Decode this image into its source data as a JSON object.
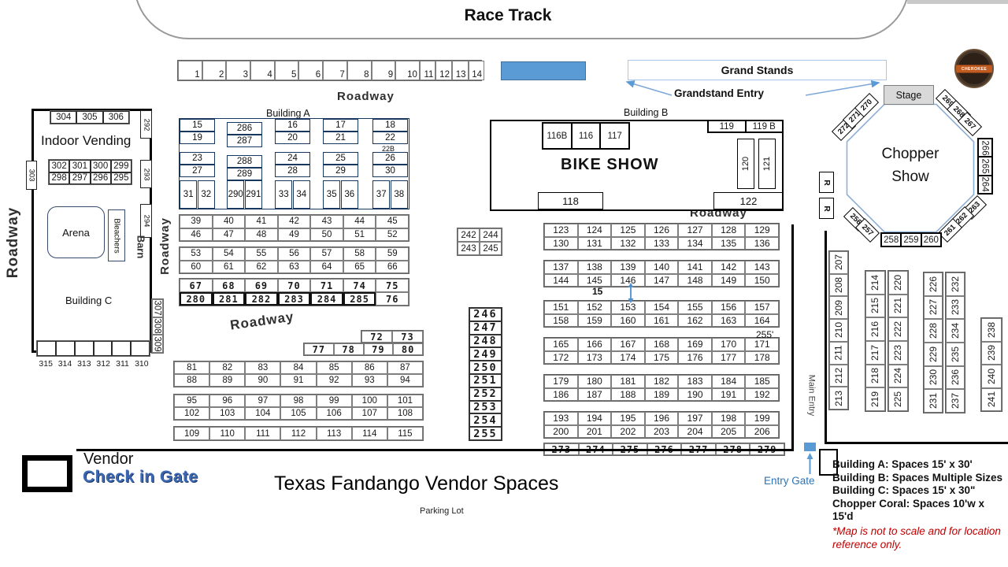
{
  "title": "Texas Fandango Vendor Spaces",
  "labels": {
    "race_track": "Race Track",
    "roadway": "Roadway",
    "building_a": "Building A",
    "building_b": "Building B",
    "building_c": "Building C",
    "indoor_vending": "Indoor Vending",
    "arena": "Arena",
    "bleachers": "Bleachers",
    "barn": "Barn",
    "bike_show": "BIKE SHOW",
    "grand_stands": "Grand Stands",
    "grandstand_entry": "Grandstand Entry",
    "stage": "Stage",
    "main_entry": "Main Entry",
    "entry_gate": "Entry Gate",
    "parking_lot": "Parking Lot",
    "vendor_gate_line1": "Vendor",
    "vendor_gate_line2": "Check in Gate",
    "gap_width": "15",
    "side_length": "255'"
  },
  "logo": {
    "text": "CHEROKEE"
  },
  "chopper": {
    "line1": "Chopper",
    "line2": "Show",
    "nw": [
      "272",
      "271",
      "270"
    ],
    "ne": [
      "269",
      "268",
      "267"
    ],
    "right_stack": [
      "266",
      "265",
      "264"
    ],
    "se": [
      "263",
      "262",
      "261"
    ],
    "bottom": [
      "258",
      "259",
      "260"
    ],
    "sw": [
      "256",
      "257"
    ],
    "restrooms": [
      "R",
      "R"
    ]
  },
  "building_b_boxes": {
    "top_left": [
      [
        "116B",
        "116",
        "117"
      ]
    ],
    "top_right": [
      [
        "119",
        "119 B"
      ]
    ],
    "vertical": [
      "120",
      "121"
    ],
    "bottom_left": "118",
    "bottom_right": "122"
  },
  "building_a": {
    "groups": [
      {
        "cells": [
          "15",
          "19",
          "23",
          "27"
        ],
        "pair": [
          "31",
          "32"
        ]
      },
      {
        "cells": [
          "286",
          "287",
          "288",
          "289"
        ],
        "pair": [
          "290",
          "291"
        ],
        "offset": true
      },
      {
        "cells": [
          "16",
          "20",
          "24",
          "28"
        ],
        "pair": [
          "33",
          "34"
        ]
      },
      {
        "cells": [
          "17",
          "21",
          "25",
          "29"
        ],
        "pair": [
          "35",
          "36"
        ]
      },
      {
        "cells": [
          "18",
          "22",
          "26",
          "30"
        ],
        "pair": [
          "37",
          "38"
        ],
        "sub": "22B"
      }
    ]
  },
  "side_boxes": {
    "b303": "303",
    "b292": "292",
    "b293": "293",
    "b294": "294"
  },
  "grids": {
    "track_spaces": [
      [
        "1",
        "2",
        "3",
        "4",
        "5",
        "6",
        "7",
        "8",
        "9",
        "10",
        "11",
        "12",
        "13",
        "14"
      ]
    ],
    "iv_top": [
      [
        "304",
        "305",
        "306"
      ]
    ],
    "iv_mid": [
      [
        "302",
        "301",
        "300",
        "299"
      ],
      [
        "298",
        "297",
        "296",
        "295"
      ]
    ],
    "iv_stalls": [
      [
        "",
        "",
        "",
        "",
        "",
        ""
      ]
    ],
    "iv_stall_labels": [
      [
        "315",
        "314",
        "313",
        "312",
        "311",
        "310"
      ]
    ],
    "iv_right_lower": [
      [
        "307"
      ],
      [
        "308"
      ],
      [
        "309"
      ]
    ],
    "rows_39": [
      [
        "39",
        "40",
        "41",
        "42",
        "43",
        "44",
        "45"
      ],
      [
        "46",
        "47",
        "48",
        "49",
        "50",
        "51",
        "52"
      ]
    ],
    "rows_53": [
      [
        "53",
        "54",
        "55",
        "56",
        "57",
        "58",
        "59"
      ],
      [
        "60",
        "61",
        "62",
        "63",
        "64",
        "65",
        "66"
      ]
    ],
    "rows_67": [
      [
        "67",
        "68",
        "69",
        "70",
        "71",
        "74",
        "75"
      ],
      [
        "280",
        "281",
        "282",
        "283",
        "284",
        "285",
        "76"
      ]
    ],
    "block_72": [
      [
        "72",
        "73"
      ]
    ],
    "row_77": [
      [
        "77",
        "78",
        "79",
        "80"
      ]
    ],
    "rows_81": [
      [
        "81",
        "82",
        "83",
        "84",
        "85",
        "86",
        "87"
      ],
      [
        "88",
        "89",
        "90",
        "91",
        "92",
        "93",
        "94"
      ]
    ],
    "rows_95": [
      [
        "95",
        "96",
        "97",
        "98",
        "99",
        "100",
        "101"
      ],
      [
        "102",
        "103",
        "104",
        "105",
        "106",
        "107",
        "108"
      ]
    ],
    "row_109": [
      [
        "109",
        "110",
        "111",
        "112",
        "113",
        "114",
        "115"
      ]
    ],
    "block_242": [
      [
        "242",
        "244"
      ],
      [
        "243",
        "245"
      ]
    ],
    "col_246": [
      [
        "246"
      ],
      [
        "247"
      ],
      [
        "248"
      ],
      [
        "249"
      ],
      [
        "250"
      ],
      [
        "251"
      ],
      [
        "252"
      ],
      [
        "253"
      ],
      [
        "254"
      ],
      [
        "255"
      ]
    ],
    "main_1": [
      [
        "123",
        "124",
        "125",
        "126",
        "127",
        "128",
        "129"
      ],
      [
        "130",
        "131",
        "132",
        "133",
        "134",
        "135",
        "136"
      ]
    ],
    "main_2": [
      [
        "137",
        "138",
        "139",
        "140",
        "141",
        "142",
        "143"
      ],
      [
        "144",
        "145",
        "146",
        "147",
        "148",
        "149",
        "150"
      ]
    ],
    "main_3": [
      [
        "151",
        "152",
        "153",
        "154",
        "155",
        "156",
        "157"
      ],
      [
        "158",
        "159",
        "160",
        "161",
        "162",
        "163",
        "164"
      ]
    ],
    "main_4": [
      [
        "165",
        "166",
        "167",
        "168",
        "169",
        "170",
        "171"
      ],
      [
        "172",
        "173",
        "174",
        "175",
        "176",
        "177",
        "178"
      ]
    ],
    "main_5": [
      [
        "179",
        "180",
        "181",
        "182",
        "183",
        "184",
        "185"
      ],
      [
        "186",
        "187",
        "188",
        "189",
        "190",
        "191",
        "192"
      ]
    ],
    "main_6": [
      [
        "193",
        "194",
        "195",
        "196",
        "197",
        "198",
        "199"
      ],
      [
        "200",
        "201",
        "202",
        "203",
        "204",
        "205",
        "206"
      ]
    ],
    "row_273": [
      [
        "273",
        "274",
        "275",
        "276",
        "277",
        "278",
        "279"
      ]
    ],
    "col_207": [
      [
        "207"
      ],
      [
        "208"
      ],
      [
        "209"
      ],
      [
        "210"
      ],
      [
        "211"
      ],
      [
        "212"
      ],
      [
        "213"
      ]
    ],
    "col_214": [
      [
        "214"
      ],
      [
        "215"
      ],
      [
        "216"
      ],
      [
        "217"
      ],
      [
        "218"
      ],
      [
        "219"
      ]
    ],
    "col_220": [
      [
        "220"
      ],
      [
        "221"
      ],
      [
        "222"
      ],
      [
        "223"
      ],
      [
        "224"
      ],
      [
        "225"
      ]
    ],
    "col_226": [
      [
        "226"
      ],
      [
        "227"
      ],
      [
        "228"
      ],
      [
        "229"
      ],
      [
        "230"
      ],
      [
        "231"
      ]
    ],
    "col_232": [
      [
        "232"
      ],
      [
        "233"
      ],
      [
        "234"
      ],
      [
        "235"
      ],
      [
        "236"
      ],
      [
        "237"
      ]
    ],
    "col_238": [
      [
        "238"
      ],
      [
        "239"
      ],
      [
        "240"
      ],
      [
        "241"
      ]
    ]
  },
  "legend": {
    "lines": [
      "Building A: Spaces 15' x 30'",
      "Building B: Spaces Multiple Sizes",
      "Building C: Spaces 15' x 30\"",
      "Chopper Coral: Spaces 10'w x 15'd"
    ],
    "note": "*Map is not to scale and for location reference only."
  },
  "colors": {
    "accent_blue": "#5b9bd5",
    "entry_blue": "#2e74b5",
    "note_red": "#c00000",
    "stage_gray": "#d9d9d9"
  }
}
